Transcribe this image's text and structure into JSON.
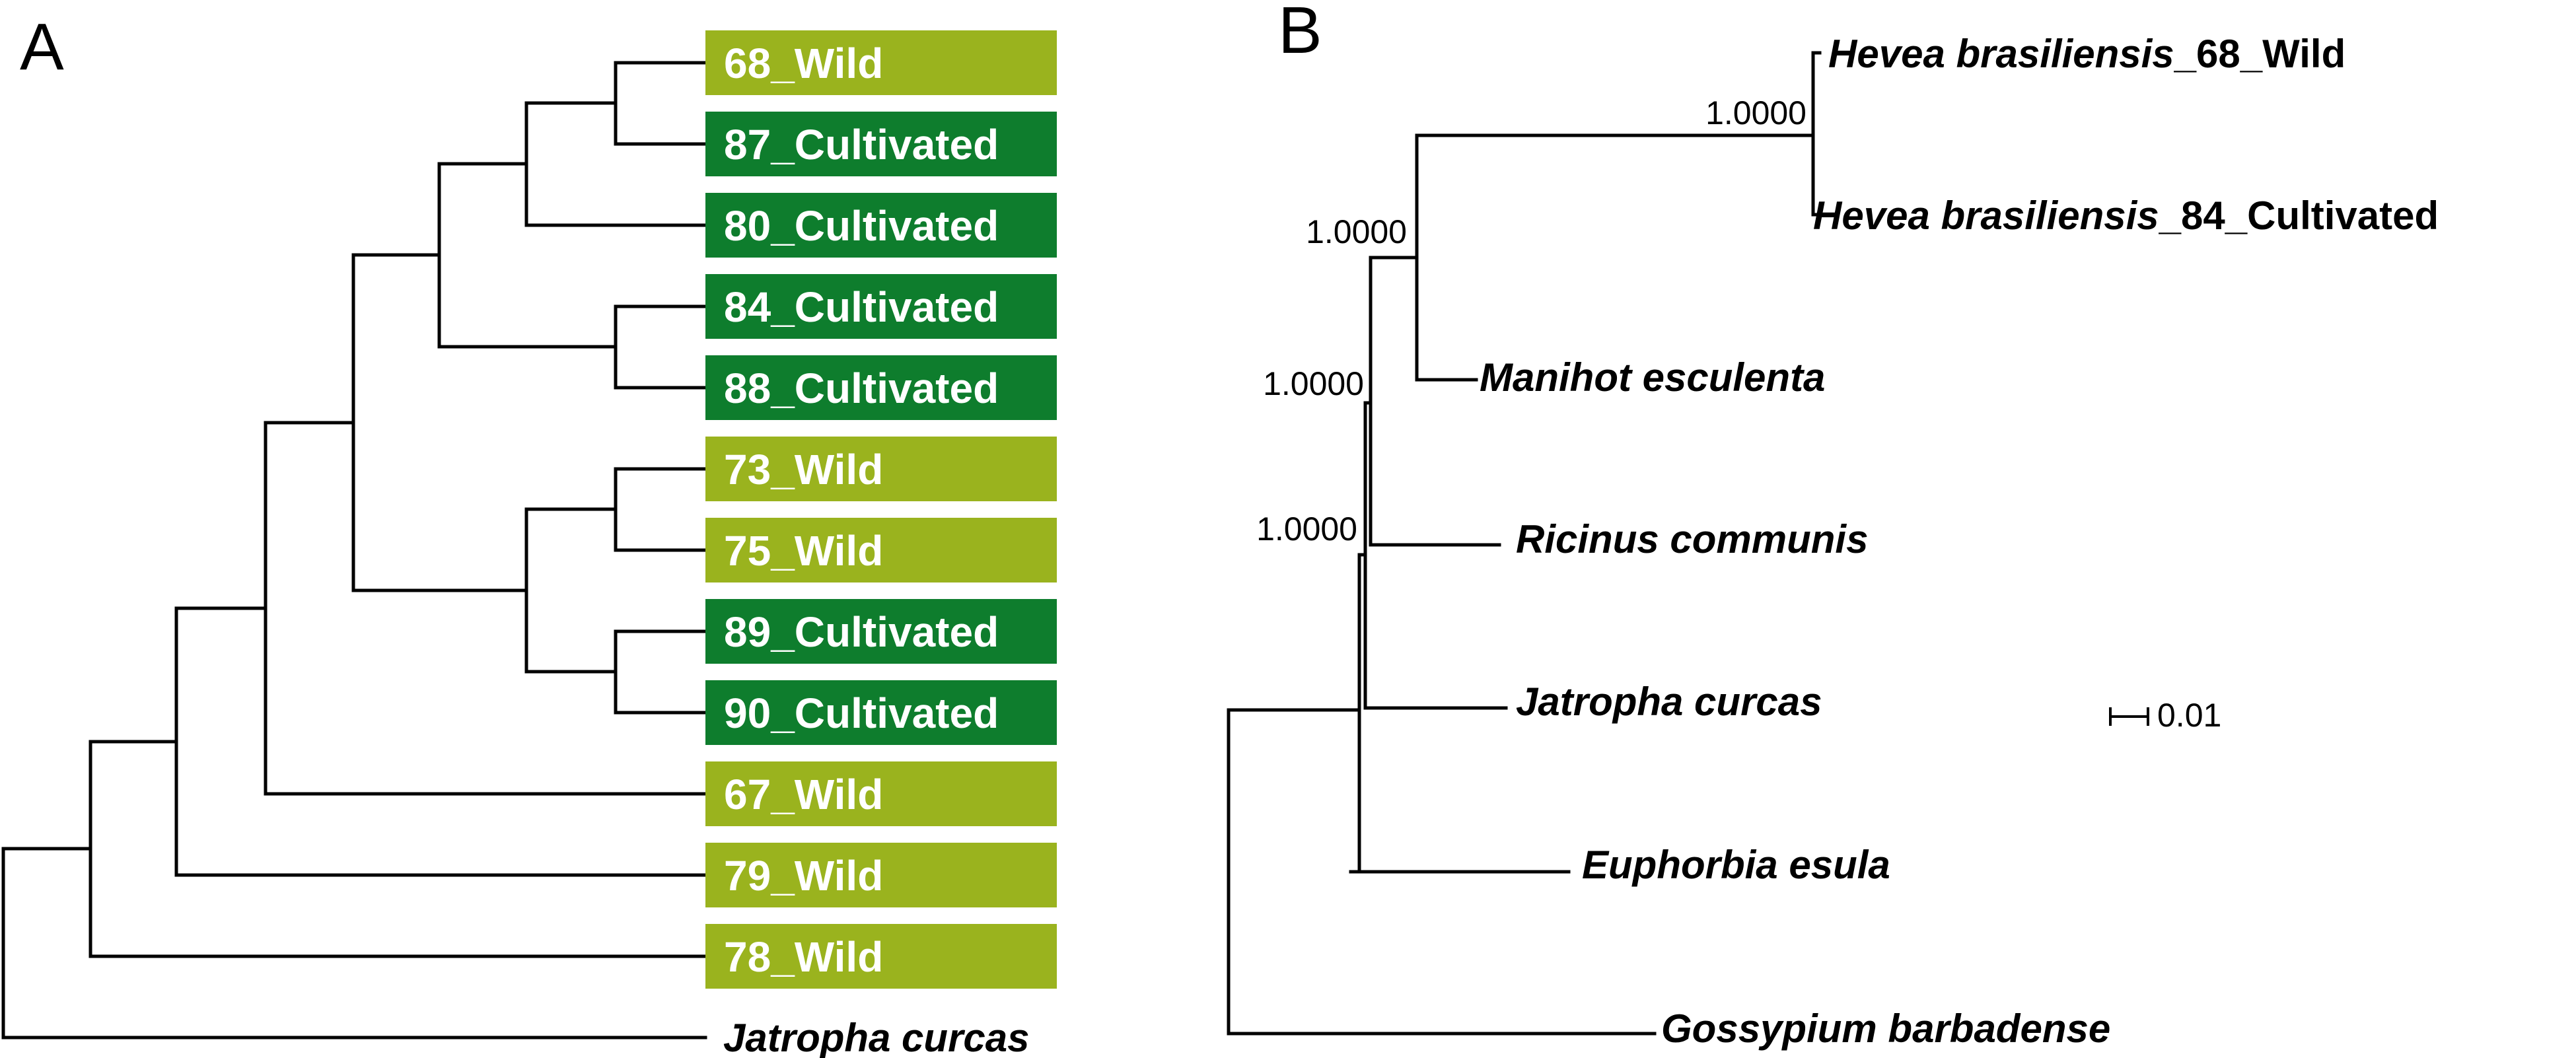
{
  "panels": {
    "a": {
      "letter": "A",
      "tips": [
        {
          "label": "68_Wild",
          "group": "wild"
        },
        {
          "label": "87_Cultivated",
          "group": "cultivated"
        },
        {
          "label": "80_Cultivated",
          "group": "cultivated"
        },
        {
          "label": "84_Cultivated",
          "group": "cultivated"
        },
        {
          "label": "88_Cultivated",
          "group": "cultivated"
        },
        {
          "label": "73_Wild",
          "group": "wild"
        },
        {
          "label": "75_Wild",
          "group": "wild"
        },
        {
          "label": "89_Cultivated",
          "group": "cultivated"
        },
        {
          "label": "90_Cultivated",
          "group": "cultivated"
        },
        {
          "label": "67_Wild",
          "group": "wild"
        },
        {
          "label": "79_Wild",
          "group": "wild"
        },
        {
          "label": "78_Wild",
          "group": "wild"
        }
      ],
      "outgroup": "Jatropha curcas",
      "colors": {
        "wild": "#9AB31E",
        "cultivated": "#0E7D2D"
      }
    },
    "b": {
      "letter": "B",
      "taxa": [
        {
          "italic": "Hevea brasiliensis",
          "suffix": "_68_Wild"
        },
        {
          "italic": "Hevea brasiliensis",
          "suffix": "_84_Cultivated"
        },
        {
          "italic": "Manihot esculenta",
          "suffix": ""
        },
        {
          "italic": "Ricinus communis",
          "suffix": ""
        },
        {
          "italic": "Jatropha curcas",
          "suffix": ""
        },
        {
          "italic": "Euphorbia esula",
          "suffix": ""
        },
        {
          "italic": "Gossypium barbadense",
          "suffix": ""
        }
      ],
      "support_values": [
        "1.0000",
        "1.0000",
        "1.0000",
        "1.0000"
      ],
      "scale_bar_label": "0.01"
    }
  }
}
